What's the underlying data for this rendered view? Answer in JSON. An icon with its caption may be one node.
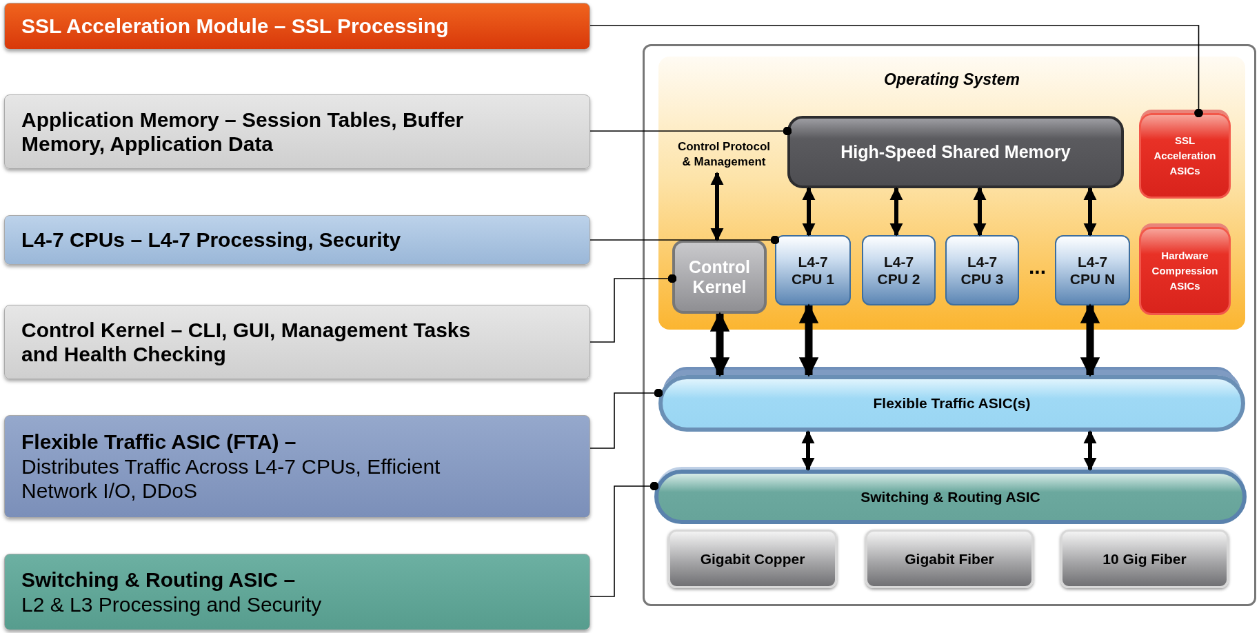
{
  "diagram": {
    "nodes": [
      {
        "text": [
          "SSL Acceleration Module – SSL Processing"
        ]
      },
      {
        "text": [
          "Application Memory – Session Tables, Buffer Memory, Application Data"
        ]
      },
      {
        "text": [
          "L4-7 CPUs – L4-7 Processing, Security"
        ]
      },
      {
        "text": [
          "Control Kernel – CLI, GUI, Management Tasks and Health Checking"
        ]
      },
      {
        "text": [
          "Flexible Traffic ASIC (FTA) –",
          "Distributes Traffic Across L4-7 CPUs, Efficient Network I/O, DDoS"
        ]
      },
      {
        "text": [
          "Switching & Routing ASIC –",
          "L2 & L3 Processing and Security"
        ]
      },
      {
        "text": [],
        "shape": "box"
      },
      {
        "text": [
          "Operating System"
        ],
        "in": 6
      },
      {
        "text": [
          "Control Protocol & Management"
        ],
        "in": 7
      },
      {
        "text": [
          "High-Speed Shared Memory"
        ],
        "in": 7
      },
      {
        "text": [
          "SSL Acceleration ASICs"
        ],
        "in": 7
      },
      {
        "text": [
          "Control Kernel"
        ],
        "in": 7
      },
      {
        "text": [
          "L4-7 CPU 1"
        ],
        "in": 7
      },
      {
        "text": [
          "L4-7 CPU 2"
        ],
        "in": 7
      },
      {
        "text": [
          "L4-7 CPU 3"
        ],
        "in": 7
      },
      {
        "text": [
          "L4-7 CPU N"
        ],
        "in": 7
      },
      {
        "text": [
          "Hardware Compression ASICs"
        ],
        "in": 7
      },
      {
        "text": [
          "Flexible Traffic ASIC(s)"
        ],
        "in": 6
      },
      {
        "text": [
          "Switching & Routing ASIC"
        ],
        "in": 6
      },
      {
        "text": [
          "Gigabit Copper"
        ],
        "in": 6
      },
      {
        "text": [
          "Gigabit Fiber"
        ],
        "in": 6
      },
      {
        "text": [
          "10 Gig Fiber"
        ],
        "in": 6
      }
    ],
    "edges": [
      {
        "from": 0,
        "to": 10,
        "arrow": "other"
      },
      {
        "from": 1,
        "to": 9,
        "arrow": "other"
      },
      {
        "from": 2,
        "to": 12,
        "arrow": "other"
      },
      {
        "from": 3,
        "to": 11,
        "arrow": "other"
      },
      {
        "from": 4,
        "to": 17,
        "arrow": "other"
      },
      {
        "from": 5,
        "to": 18,
        "arrow": "other"
      },
      {
        "from": 8,
        "to": 11,
        "arrow": "both"
      },
      {
        "from": 9,
        "to": 12,
        "arrow": "both"
      },
      {
        "from": 9,
        "to": 13,
        "arrow": "both"
      },
      {
        "from": 9,
        "to": 14,
        "arrow": "both"
      },
      {
        "from": 9,
        "to": 15,
        "arrow": "both"
      },
      {
        "from": 11,
        "to": 17,
        "arrow": "both",
        "style": "thick"
      },
      {
        "from": 12,
        "to": 17,
        "arrow": "both",
        "style": "thick"
      },
      {
        "from": 15,
        "to": 17,
        "arrow": "both",
        "style": "thick"
      },
      {
        "from": 17,
        "to": 18,
        "arrow": "both"
      },
      {
        "from": 17,
        "to": 18,
        "arrow": "both"
      }
    ],
    "labels": [
      "..."
    ]
  }
}
